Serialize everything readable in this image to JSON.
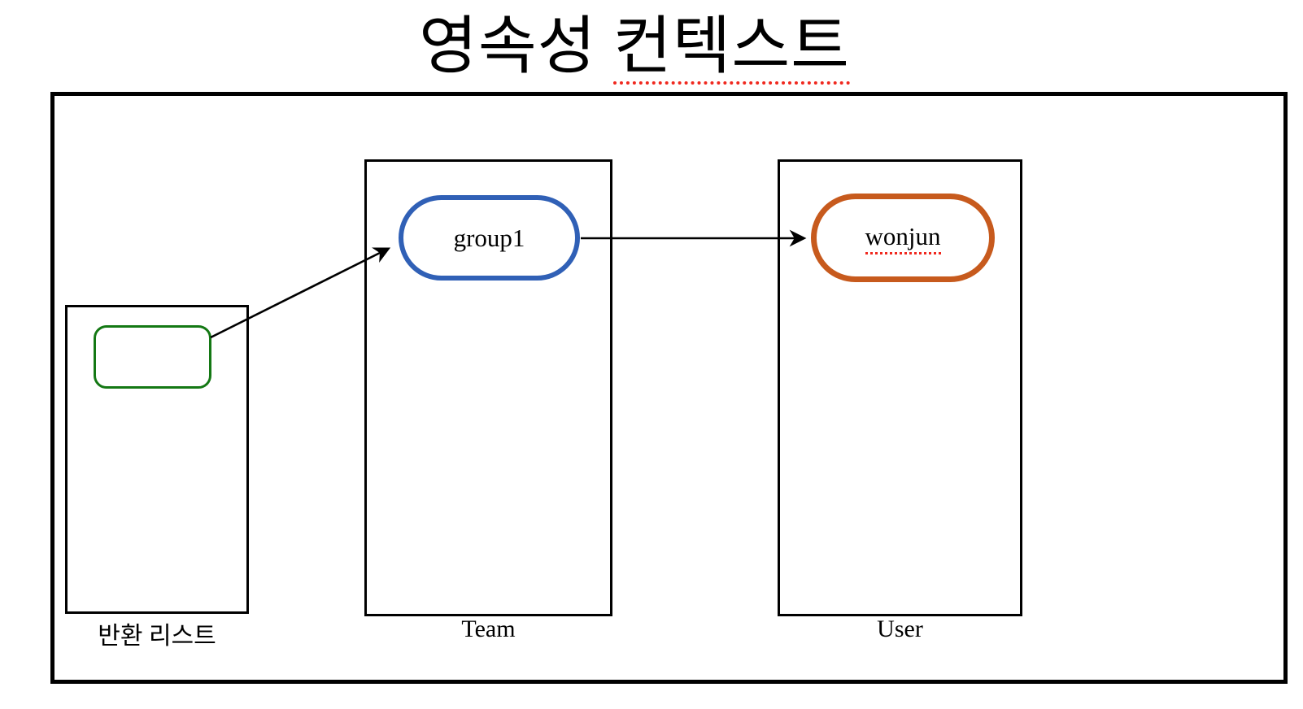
{
  "title": {
    "prefix": "영속성 ",
    "underlined": "컨텍스트"
  },
  "frame": {
    "name": "persistence-context-frame"
  },
  "boxes": {
    "return_list": {
      "label": "반환 리스트"
    },
    "team": {
      "label": "Team"
    },
    "user": {
      "label": "User"
    }
  },
  "nodes": {
    "group1": {
      "label": "group1",
      "border_color": "#3060b6"
    },
    "wonjun": {
      "label": "wonjun",
      "border_color": "#c75a1d",
      "spellcheck_underline": true
    },
    "empty_entity": {
      "label": "",
      "border_color": "#147814"
    }
  },
  "arrows": [
    {
      "from": "empty-entity",
      "to": "group1"
    },
    {
      "from": "group1",
      "to": "wonjun"
    }
  ],
  "colors": {
    "outline": "#000000",
    "spellcheck": "#f0281e",
    "blue_accent": "#3060b6",
    "orange_accent": "#c75a1d",
    "green_accent": "#147814"
  }
}
